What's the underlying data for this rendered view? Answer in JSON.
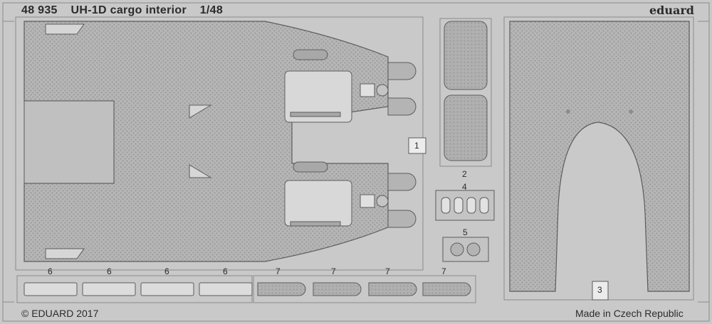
{
  "header": {
    "code": "48 935",
    "title": "UH-1D cargo interior",
    "scale": "1/48",
    "brand": "eduard"
  },
  "footer": {
    "copyright": "© EDUARD 2017",
    "origin": "Made in Czech Republic"
  },
  "part_numbers": {
    "p1": "1",
    "p2": "2",
    "p3": "3",
    "p4": "4",
    "p5": "5",
    "p6": [
      "6",
      "6",
      "6",
      "6"
    ],
    "p7": [
      "7",
      "7",
      "7",
      "7"
    ]
  },
  "colors": {
    "fret": "#c9c9c9",
    "part": "#b4b4b4",
    "outline": "#5c5c5c",
    "text": "#2b2b2b"
  }
}
